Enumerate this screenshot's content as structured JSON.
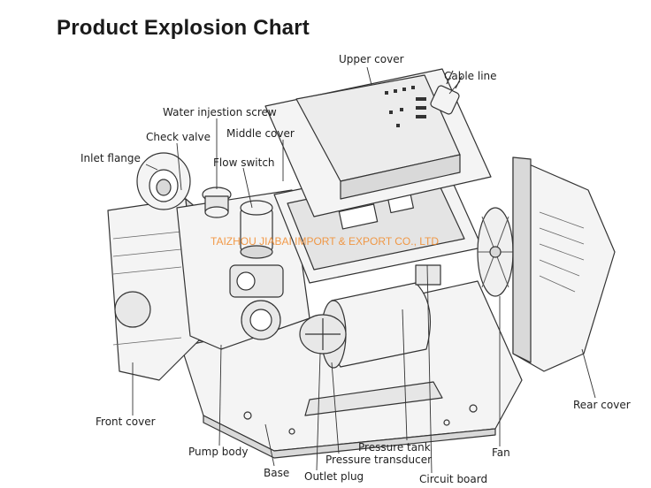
{
  "title": "Product Explosion Chart",
  "watermark": "TAIZHOU JIABAI IMPORT & EXPORT CO., LTD",
  "labels": {
    "upper_cover": "Upper cover",
    "cable_line": "Cable line",
    "water_injection_screw": "Water injestion screw",
    "middle_cover": "Middle cover",
    "check_valve": "Check valve",
    "inlet_flange": "Inlet flange",
    "flow_switch": "Flow switch",
    "front_cover": "Front cover",
    "pump_body": "Pump body",
    "base": "Base",
    "outlet_plug": "Outlet plug",
    "pressure_tank": "Pressure tank",
    "pressure_transducer": "Pressure transducer",
    "circuit_board": "Circuit board",
    "fan": "Fan",
    "rear_cover": "Rear cover"
  },
  "colors": {
    "line": "#333333",
    "fill": "#f4f4f4",
    "shade": "#d9d9d9",
    "watermark": "#f28a2a"
  }
}
